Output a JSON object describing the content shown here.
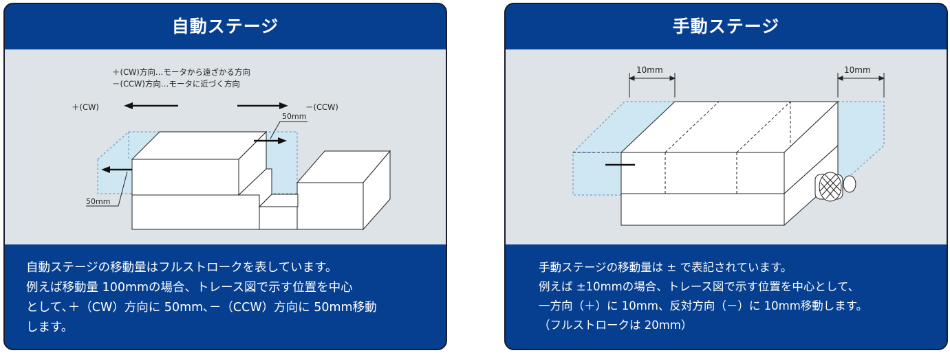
{
  "auto_stage": {
    "title": "自動ステージ",
    "direction_note_plus": "＋(CW)方向…モータから遠ざかる方向",
    "direction_note_minus": "－(CCW)方向…モータに近づく方向",
    "plus_label": "＋(CW)",
    "minus_label": "－(CCW)",
    "dim_top": "50mm",
    "dim_bottom": "50mm",
    "description": [
      "自動ステージの移動量はフルストロークを表しています。",
      "例えば移動量 100mmの場合、トレース図で示す位置を中心",
      "として､＋（CW）方向に 50mm､－（CCW）方向に 50mm移動",
      "します。"
    ]
  },
  "manual_stage": {
    "title": "手動ステージ",
    "dim_left": "10mm",
    "dim_right": "10mm",
    "description": [
      "手動ステージの移動量は ± で表記されています。",
      "例えば ±10mmの場合、トレース図で示す位置を中心として、",
      "一方向（＋）に 10mm、反対方向（－）に 10mm移動します。",
      "（フルストロークは 20mm）"
    ]
  },
  "colors": {
    "panel_blue": "#063f8f",
    "diagram_bg": "#dde3e6",
    "trace_fill": "#cfe6f3",
    "trace_stroke": "#5b8fbf"
  }
}
